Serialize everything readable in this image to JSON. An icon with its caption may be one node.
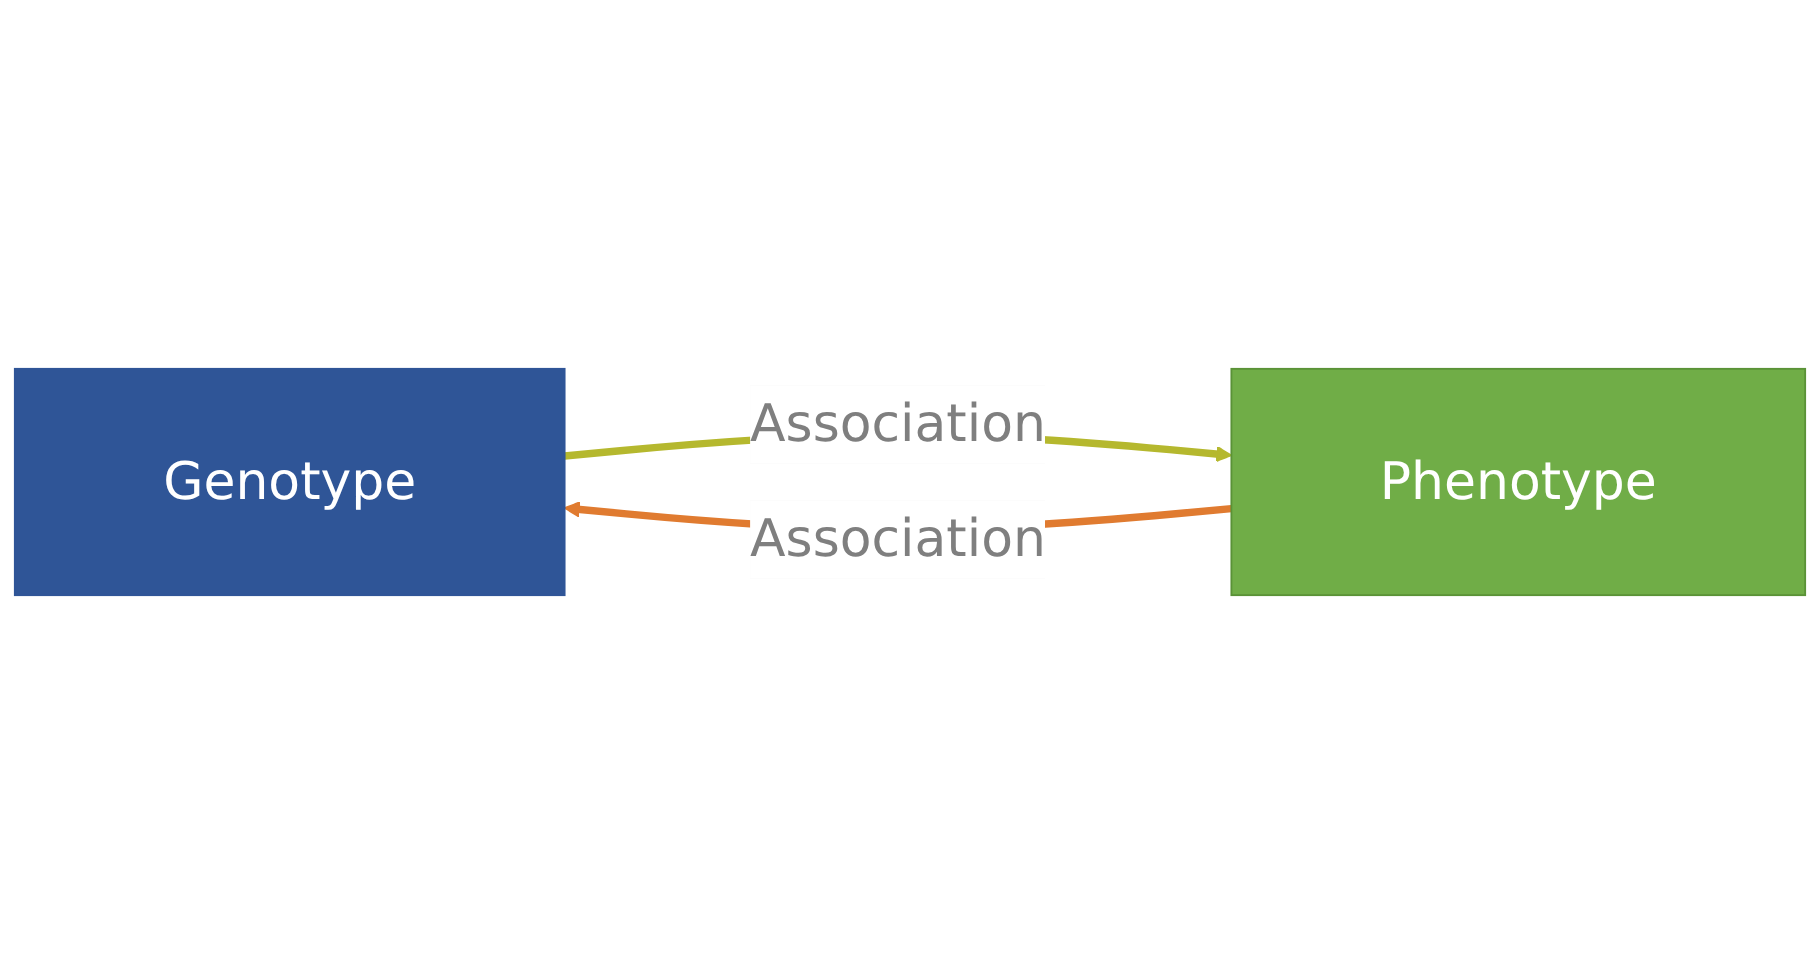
{
  "diagram": {
    "nodes": [
      {
        "text": [
          "Genotype"
        ]
      },
      {
        "text": [
          "Phenotype"
        ]
      }
    ],
    "edges": [
      {
        "from": 0,
        "to": 1,
        "arrow": "to",
        "label": "Association",
        "color": "#b5b82e"
      },
      {
        "from": 1,
        "to": 0,
        "arrow": "to",
        "label": "Association",
        "color": "#e07b30"
      }
    ]
  }
}
